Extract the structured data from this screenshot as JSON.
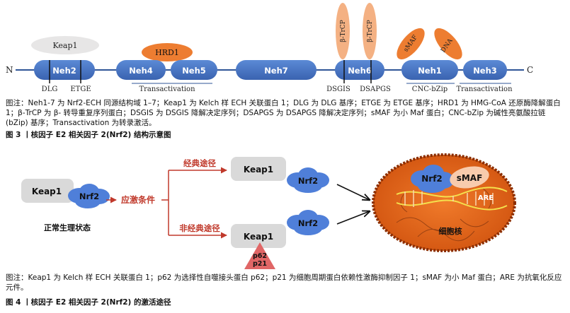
{
  "figure3": {
    "n_terminal": "N",
    "c_terminal": "C",
    "domains": [
      "Neh2",
      "Neh4",
      "Neh5",
      "Neh7",
      "Neh6",
      "Neh1",
      "Neh3"
    ],
    "binders": {
      "keap1": "Keap1",
      "hrd1": "HRD1",
      "btrcp_1": "β-TrCP",
      "btrcp_2": "β-TrCP",
      "smaf": "sMAF",
      "dna": "DNA"
    },
    "motifs": {
      "dlg": "DLG",
      "etge": "ETGE",
      "dsgis": "DSGIS",
      "dsapgs": "DSAPGS"
    },
    "region_labels": {
      "transactivation_1": "Transactivation",
      "cnc_bzip": "CNC-bZip",
      "transactivation_2": "Transactivation"
    },
    "caption": "图注：Neh1-7 为 Nrf2-ECH 同源结构域 1–7；Keap1 为 Kelch 样 ECH 关联蛋白 1；DLG 为 DLG 基序；ETGE 为 ETGE 基序；HRD1 为 HMG-CoA 还原酶降解蛋白 1；β-TrCP 为 β- 转导重复序列蛋白；DSGIS 为 DSGIS 降解决定序列；DSAPGS 为 DSAPGS 降解决定序列；sMAF 为小 Maf 蛋白；CNC-bZip 为碱性亮氨酸拉链 (bZip) 基序；Transactivation 为转录激活。",
    "title": "图 3 丨核因子 E2 相关因子 2(Nrf2) 结构示意图"
  },
  "figure4": {
    "normal_keap1": "Keap1",
    "normal_nrf2": "Nrf2",
    "normal_label": "正常生理状态",
    "stress_label": "应激条件",
    "classic_label": "经典途径",
    "nonclassic_label": "非经典途径",
    "classic_keap1": "Keap1",
    "classic_nrf2": "Nrf2",
    "nonclassic_keap1": "Keap1",
    "nonclassic_nrf2": "Nrf2",
    "p62": "p62",
    "p21": "p21",
    "nucleus_nrf2": "Nrf2",
    "nucleus_smaf": "sMAF",
    "are": "ARE",
    "nucleus_label": "细胞核",
    "caption": "图注：Keap1 为 Kelch 样 ECH 关联蛋白 1；p62 为选择性自噬接头蛋白 p62；p21 为细胞周期蛋白依赖性激酶抑制因子 1；sMAF 为小 Maf 蛋白；ARE 为抗氧化反应元件。",
    "title": "图 4 丨核因子 E2 相关因子 2(Nrf2) 的激活途径"
  },
  "colors": {
    "domain_blue": "#4472c4",
    "hrd1_orange": "#ed7d31",
    "btrcp_peach": "#f4b183",
    "keap1_grey": "#d9d9d9",
    "nrf2_cloud": "#4f7fd9",
    "arrow_red": "#c0392b",
    "nucleus_orange": "#e26b1c",
    "p62_red": "#e06666"
  }
}
